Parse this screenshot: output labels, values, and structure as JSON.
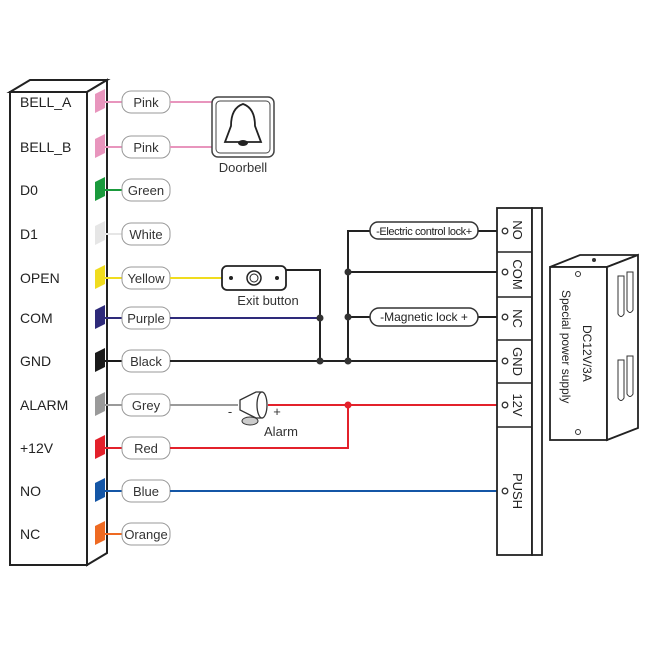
{
  "controller": {
    "pins": [
      {
        "pin": "BELL_A",
        "wire": "Pink",
        "color": "#e895bd"
      },
      {
        "pin": "BELL_B",
        "wire": "Pink",
        "color": "#e895bd"
      },
      {
        "pin": "D0",
        "wire": "Green",
        "color": "#1a9a3c"
      },
      {
        "pin": "D1",
        "wire": "White",
        "color": "#e6e6e6"
      },
      {
        "pin": "OPEN",
        "wire": "Yellow",
        "color": "#f0dc1e"
      },
      {
        "pin": "COM",
        "wire": "Purple",
        "color": "#2e2a7a"
      },
      {
        "pin": "GND",
        "wire": "Black",
        "color": "#1a1a1a"
      },
      {
        "pin": "ALARM",
        "wire": "Grey",
        "color": "#9a9a9a"
      },
      {
        "pin": "+12V",
        "wire": "Red",
        "color": "#e3212b"
      },
      {
        "pin": "NO",
        "wire": "Blue",
        "color": "#1456a6"
      },
      {
        "pin": "NC",
        "wire": "Orange",
        "color": "#ee6a22"
      }
    ]
  },
  "devices": {
    "doorbell": "Doorbell",
    "exit_button": "Exit button",
    "alarm": "Alarm",
    "alarm_minus": "-",
    "alarm_plus": "+",
    "electric_lock": "-Electric control lock+",
    "magnetic_lock": "-Magnetic lock +"
  },
  "power_supply": {
    "terminals": [
      "NO",
      "COM",
      "NC",
      "GND",
      "12V",
      "PUSH"
    ],
    "rating": "DC12V/3A",
    "name": "Special power supply"
  }
}
